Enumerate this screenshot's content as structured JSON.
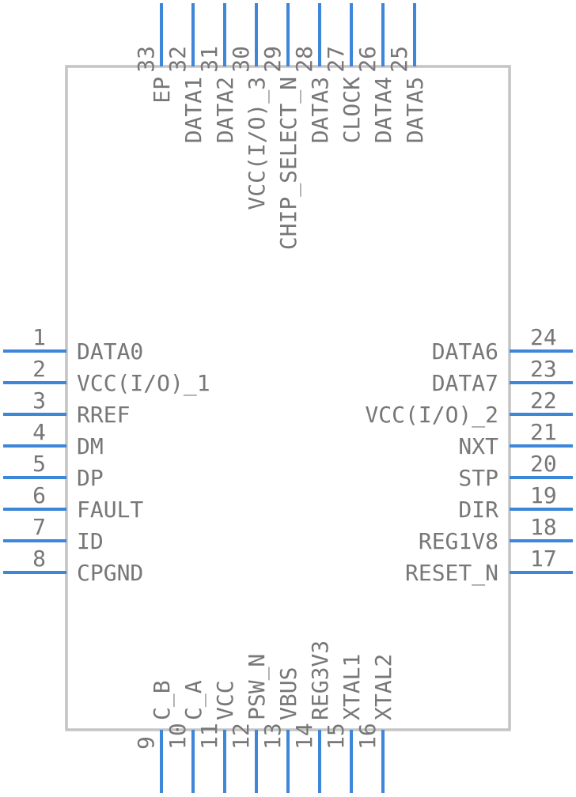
{
  "colors": {
    "pin": "#3d86d8",
    "body_outline": "#c4c4c4",
    "text": "#777777",
    "background": "#ffffff"
  },
  "left_pins": [
    {
      "number": "1",
      "name": "DATA0"
    },
    {
      "number": "2",
      "name": "VCC(I/O)_1"
    },
    {
      "number": "3",
      "name": "RREF"
    },
    {
      "number": "4",
      "name": "DM"
    },
    {
      "number": "5",
      "name": "DP"
    },
    {
      "number": "6",
      "name": "FAULT"
    },
    {
      "number": "7",
      "name": "ID"
    },
    {
      "number": "8",
      "name": "CPGND"
    }
  ],
  "right_pins": [
    {
      "number": "24",
      "name": "DATA6"
    },
    {
      "number": "23",
      "name": "DATA7"
    },
    {
      "number": "22",
      "name": "VCC(I/O)_2"
    },
    {
      "number": "21",
      "name": "NXT"
    },
    {
      "number": "20",
      "name": "STP"
    },
    {
      "number": "19",
      "name": "DIR"
    },
    {
      "number": "18",
      "name": "REG1V8"
    },
    {
      "number": "17",
      "name": "RESET_N"
    }
  ],
  "top_pins": [
    {
      "number": "33",
      "name": "EP"
    },
    {
      "number": "32",
      "name": "DATA1"
    },
    {
      "number": "31",
      "name": "DATA2"
    },
    {
      "number": "30",
      "name": "VCC(I/O)_3"
    },
    {
      "number": "29",
      "name": "CHIP_SELECT_N"
    },
    {
      "number": "28",
      "name": "DATA3"
    },
    {
      "number": "27",
      "name": "CLOCK"
    },
    {
      "number": "26",
      "name": "DATA4"
    },
    {
      "number": "25",
      "name": "DATA5"
    }
  ],
  "bottom_pins": [
    {
      "number": "9",
      "name": "C_B"
    },
    {
      "number": "10",
      "name": "C_A"
    },
    {
      "number": "11",
      "name": "VCC"
    },
    {
      "number": "12",
      "name": "PSW_N"
    },
    {
      "number": "13",
      "name": "VBUS"
    },
    {
      "number": "14",
      "name": "REG3V3"
    },
    {
      "number": "15",
      "name": "XTAL1"
    },
    {
      "number": "16",
      "name": "XTAL2"
    }
  ]
}
